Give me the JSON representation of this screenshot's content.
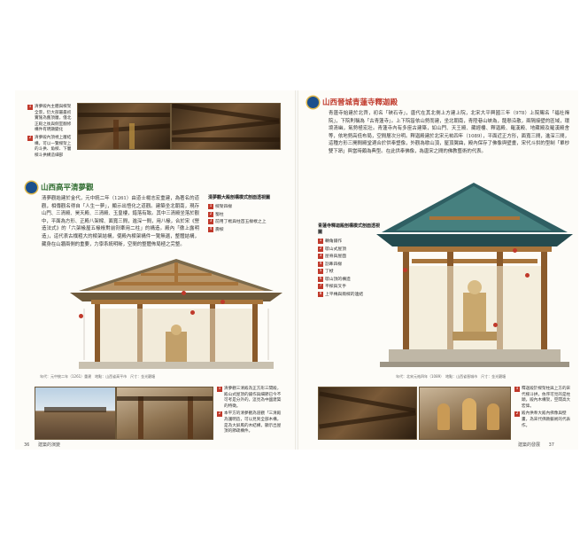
{
  "left_page": {
    "top_captions": [
      {
        "n": "1",
        "text": "清夢殿內主體與樑架全景，仍大部屬最初實施為舊頂層，僅北正殿之後與側室翻修構件有明顯變化"
      },
      {
        "n": "2",
        "text": "清夢殿內頂視上層結構，可以一覽樑架上的斗拱、角樑、下層樑斗拱構造細部"
      }
    ],
    "section_title": "山西高平清夢觀",
    "body": "清夢觀始建於金代，元中統二年（1261）由道士楊志宏重建，為著名的道觀，相傳觀名得自「人生一夢」，顯示出悟化之道觀。建築坐北朝南，現存山門、三清殿、昊天殿、三清殿、玉皇樓，錯落有致。其中三清殿坐落於觀中，平面為方形、正殿八架樑、面寬三間，進深一間，用八椽，合於宋《營造法式》的「六架椽屋五椽栿對前劄牽用二柱」的構造。殿內「徹上露明造」，這代表古樸粗大的樑架結構，使殿內樑架構件一覽無遺，整體結構，藏身在山牆兩側的重要，力學系統明晰，空間的整體佈局極之完整。",
    "legend": {
      "title": "清夢觀大殿剖構模式剖面透視圖",
      "items": [
        {
          "n": "1",
          "text": "樑架四椽"
        },
        {
          "n": "2",
          "text": "蜀柱"
        },
        {
          "n": "3",
          "text": "前用丁栿與柱首五椽栿之上"
        },
        {
          "n": "4",
          "text": "壽樑"
        }
      ]
    },
    "illus_credit": "年代：元中統二年（1261）重建　地點：山西省高平市　尺寸：金光觀塘",
    "bottom_captions": [
      {
        "n": "1",
        "text": "清夢觀三清殿為正方形三間殿，殿山式屋頂的鋪作與細節已今不可考是分外的，這見為中國建築的特徵。"
      },
      {
        "n": "2",
        "text": "本平方的清夢觀為道觀「三清殿為護明造，可以見到全部木構，是為大屏風的木結構，顯示出屋頂的節疏構件。"
      }
    ],
    "page_number": "36",
    "footer": "建築的演變"
  },
  "right_page": {
    "section_title": "山西晉城青蓮寺釋迦殿",
    "body": "青蓮寺始建於北齊，初名「硤石寺」，唐代在其北側上方建上院，北宋大平興國三年（978）上院賜名「福社禪院」，下院則稱為「古青蓮寺」。上下院皆依山勢而建，坐北朝南，青陸巷山峽為，龍懸沿散，兩隔接壁的區域，環境清幽，氣勢極宏壯。青蓮寺內有多座古建築，如山門、天王殿、藏經樓、釋迦殿、羅漢殿、地藏殿及羅漢殿舍等，依地勢高低布局，空間層次分明。釋迦殿建於北宋元祐四年（1089），平面近正方形，面寬三間，進深三間，這種方形三開間殿堂適合於供奉塑像，外觀為歇山頂，屋頂翼曲，殿內保存了佛像與壁畫，宋代斗拱的型制「單杪雙下昂」與當時頗為典型。在此供奉佛像，為唐宋之間的佛教藝術的代表。",
    "legend": {
      "title": "青蓮寺釋迦殿剖構模式剖面透視圖",
      "items": [
        {
          "n": "1",
          "text": "轉角鋪作"
        },
        {
          "n": "2",
          "text": "歇山式屋頂"
        },
        {
          "n": "3",
          "text": "屋脊與屋面"
        },
        {
          "n": "4",
          "text": "劄牽四椽"
        },
        {
          "n": "5",
          "text": "丁栿"
        },
        {
          "n": "6",
          "text": "歇山頂的構造"
        },
        {
          "n": "7",
          "text": "平樑與叉手"
        },
        {
          "n": "8",
          "text": "上平槫與兩樑的連結"
        }
      ]
    },
    "illus_credit": "年代：北宋元祐四年（1089）　地點：山西省晉城市　尺寸：金光觀塘",
    "bottom_captions": [
      {
        "n": "1",
        "text": "釋迦殿於樑架柱與上方的宋代樑斗拱，依序可見的是柱頭，殿內木構架，空間高大宏偉。"
      },
      {
        "n": "2",
        "text": "殿內供奉大殿內佛像與壁畫，為宋代佛教藝術的代表作。"
      }
    ],
    "page_number": "37",
    "footer": "建築的發展"
  }
}
